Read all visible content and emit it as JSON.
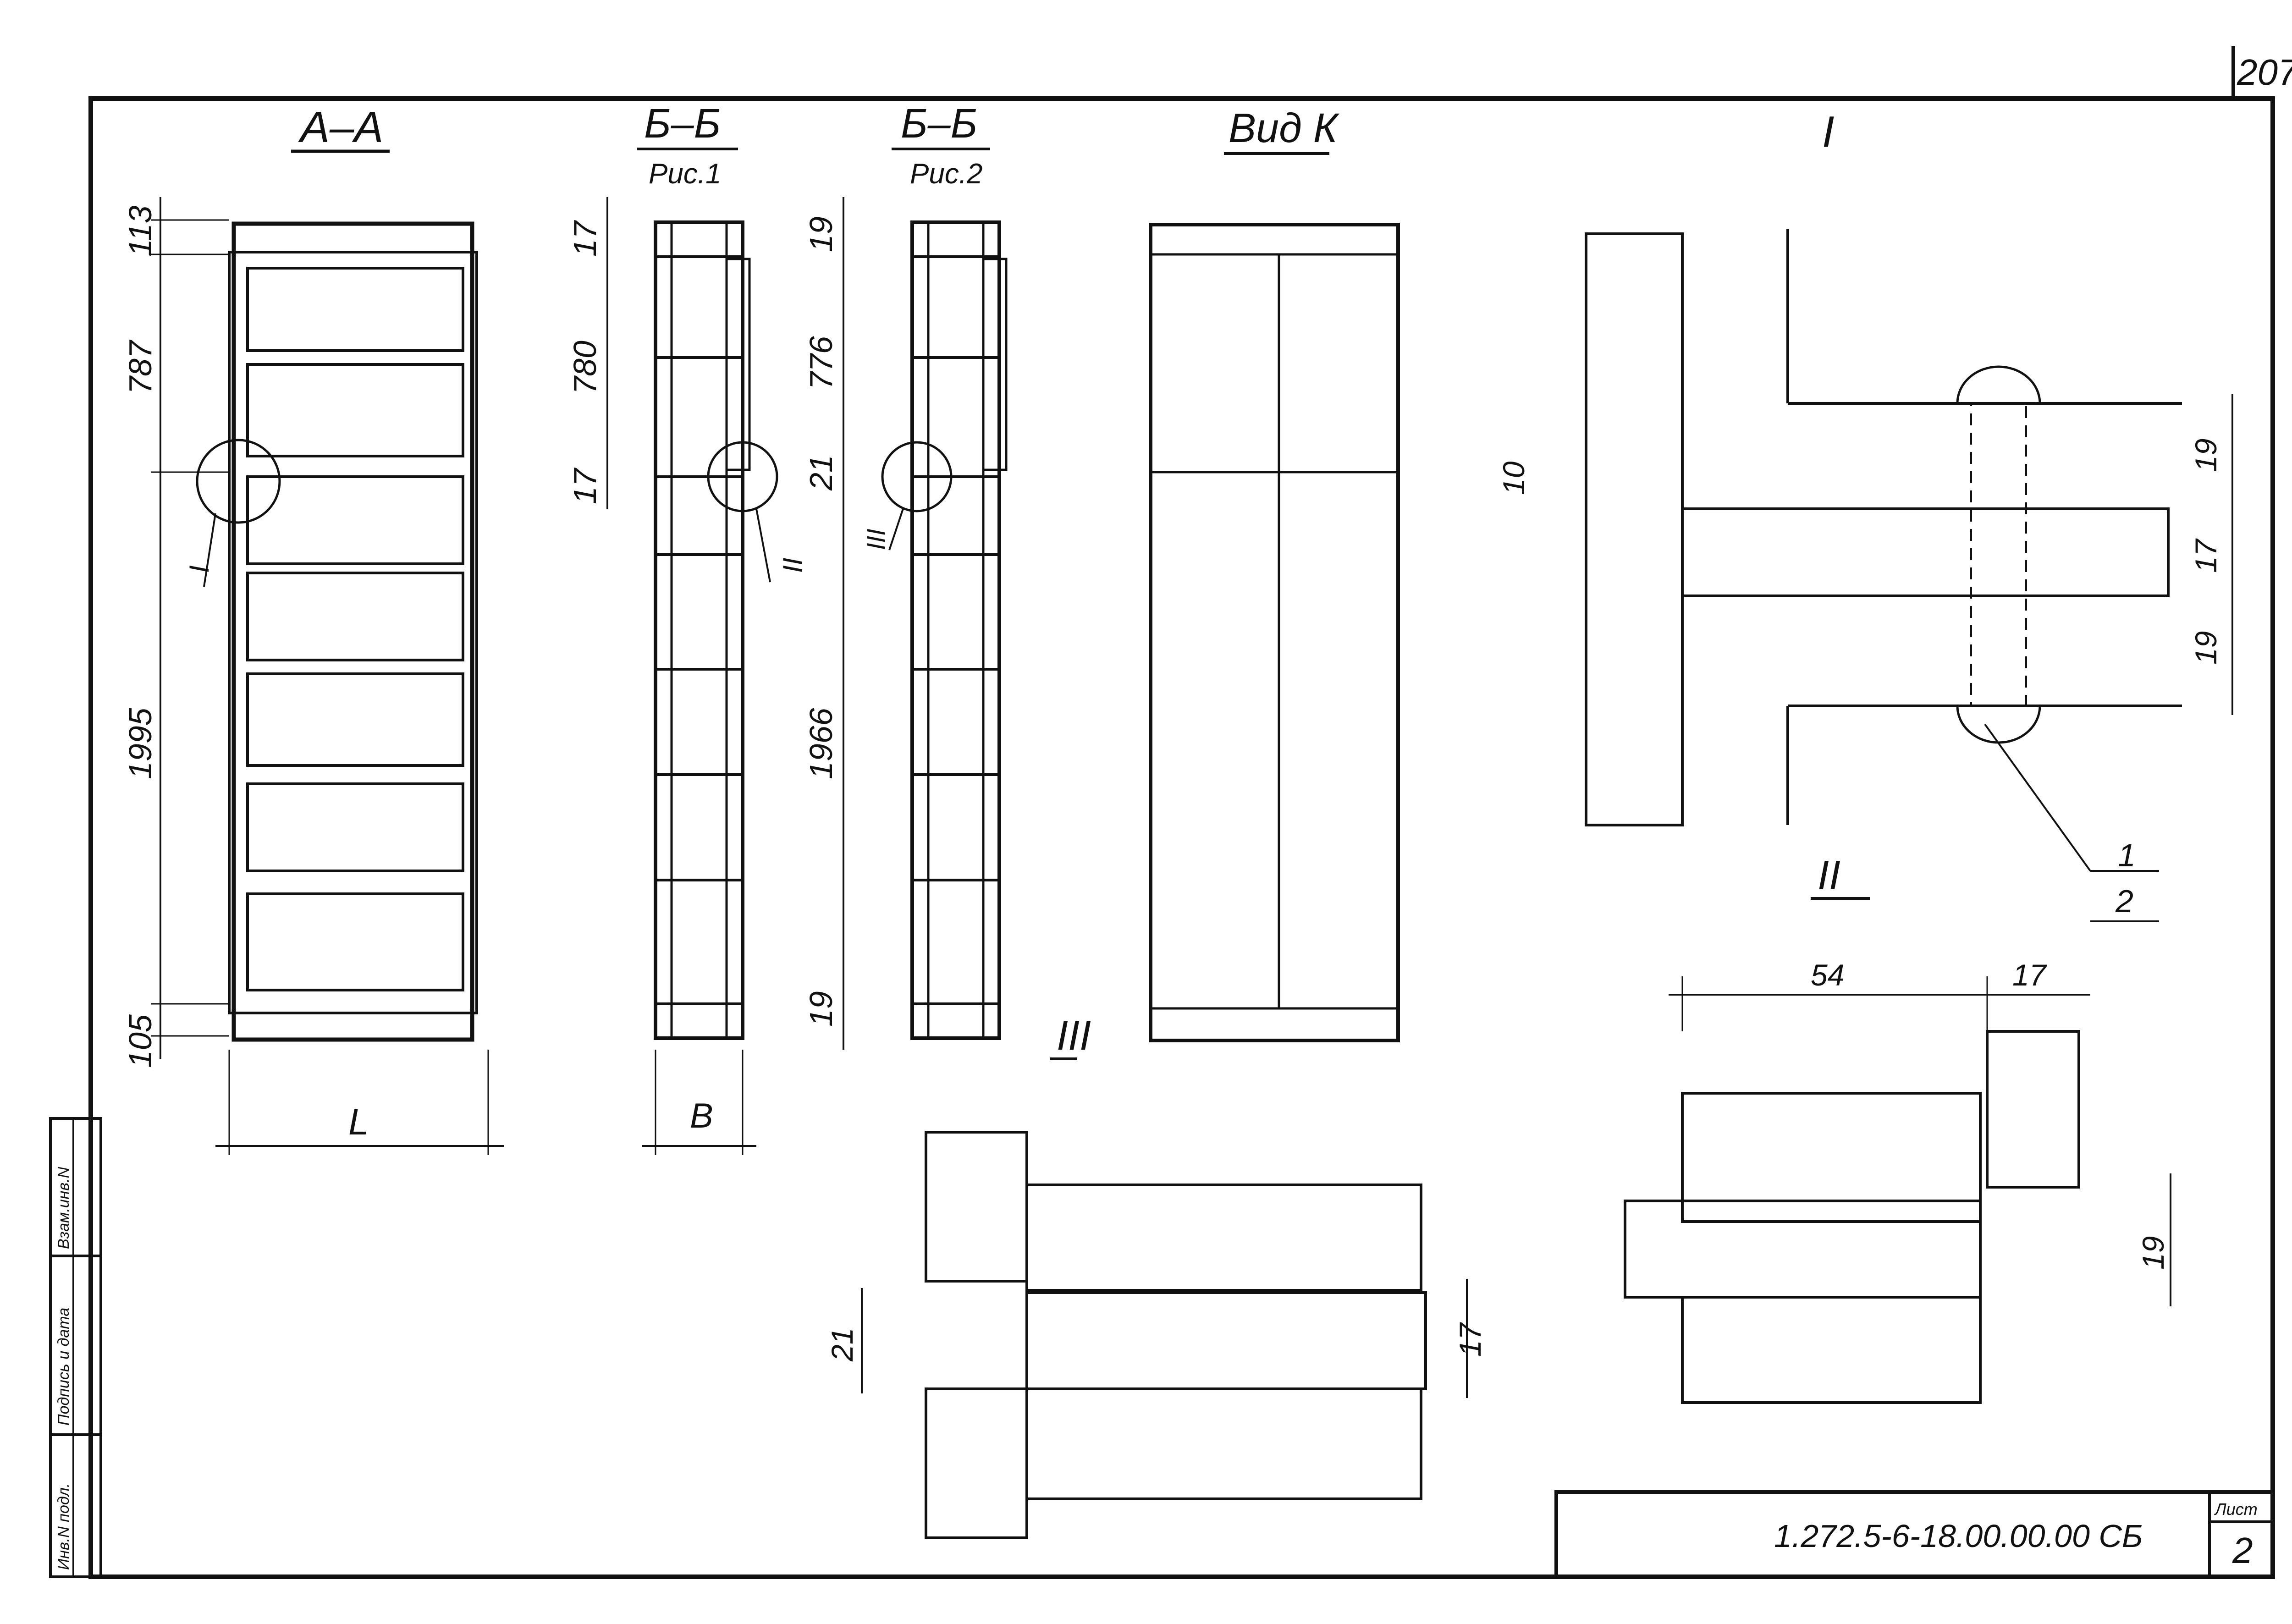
{
  "sheet": {
    "page_number": "207",
    "drawing_code": "1.272.5-6-18.00.00.00 СБ",
    "sheet_label": "Лист",
    "sheet_number": "2"
  },
  "side_stamp": {
    "inv_podl": "Инв.N подл.",
    "podpis_data": "Подпись и дата",
    "vzam_inv": "Взам.инв.N"
  },
  "views": {
    "aa": {
      "title": "А–А",
      "dims": [
        "113",
        "787",
        "1995",
        "105"
      ],
      "width_label": "L",
      "callout": "I"
    },
    "bb1": {
      "title": "Б–Б",
      "subtitle": "Рис.1",
      "dims": [
        "17",
        "780",
        "17"
      ],
      "width_label": "В",
      "callout": "II"
    },
    "bb2": {
      "title": "Б–Б",
      "subtitle": "Рис.2",
      "dims": [
        "19",
        "776",
        "21",
        "1966",
        "19"
      ],
      "callout": "III"
    },
    "vid_k": {
      "title": "Вид К"
    }
  },
  "details": {
    "d1": {
      "title": "I",
      "dims": [
        "10",
        "19",
        "17",
        "19"
      ],
      "leader_items": [
        "1",
        "2"
      ]
    },
    "d2": {
      "title": "II",
      "dims": [
        "54",
        "17",
        "19"
      ]
    },
    "d3": {
      "title": "III",
      "dims": [
        "21",
        "17"
      ]
    }
  }
}
